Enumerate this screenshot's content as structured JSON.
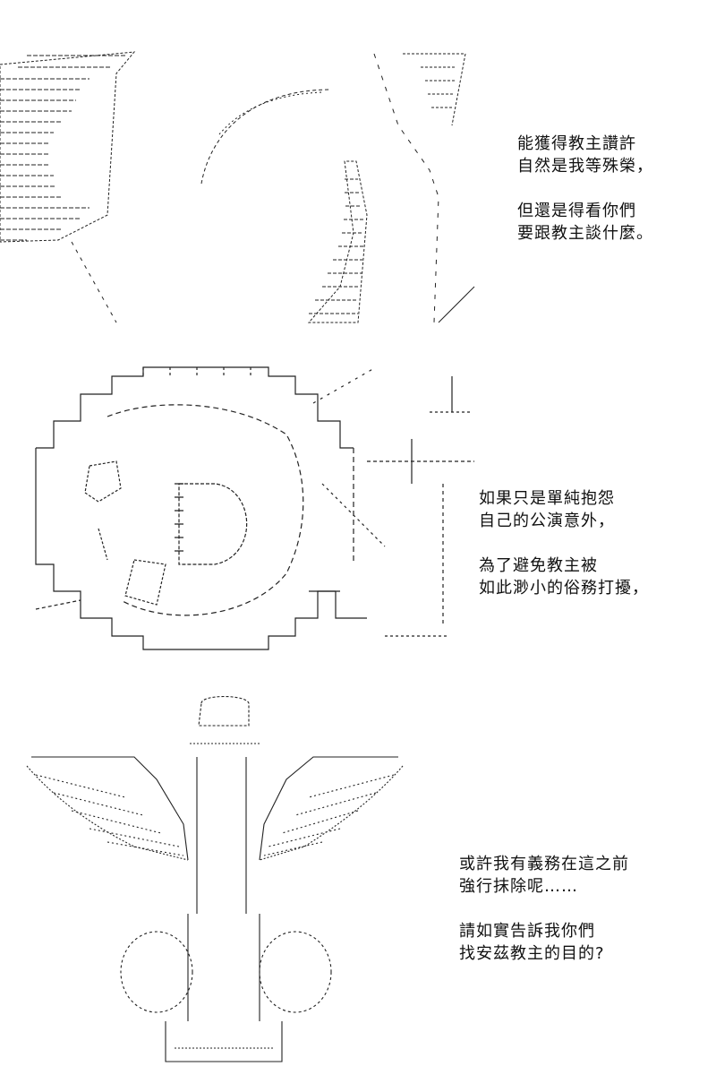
{
  "panels": [
    {
      "dialogue": [
        "能獲得教主讚許",
        "自然是我等殊榮，",
        "",
        "但還是得看你們",
        "要跟教主談什麼。"
      ]
    },
    {
      "dialogue": [
        "如果只是單純抱怨",
        "自己的公演意外，",
        "",
        "為了避免教主被",
        "如此渺小的俗務打擾，"
      ]
    },
    {
      "dialogue": [
        "或許我有義務在這之前",
        "強行抹除呢……",
        "",
        "請如實告訴我你們",
        "找安茲教主的目的?"
      ]
    }
  ],
  "colors": {
    "ink": "#111111",
    "paper": "#ffffff"
  }
}
